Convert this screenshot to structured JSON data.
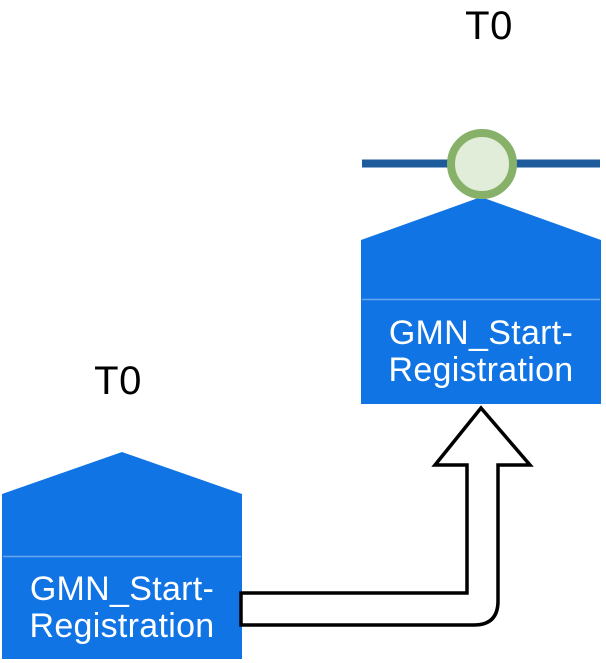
{
  "colors": {
    "process_blue": "#1074e4",
    "timeline_blue": "#1d5b9c",
    "event_ring_green": "#87b168",
    "event_fill_green": "#e1ecd9",
    "divider_light_blue": "#66a6ec",
    "arrow_fill": "#ffffff",
    "arrow_outline": "#000000",
    "label_black": "#000000",
    "process_text_white": "#ffffff",
    "background": "#ffffff"
  },
  "top_group": {
    "time_label": "T0",
    "process_name_line1": "GMN_Start-",
    "process_name_line2": "Registration"
  },
  "bottom_group": {
    "time_label": "T0",
    "process_name_line1": "GMN_Start-",
    "process_name_line2": "Registration"
  }
}
